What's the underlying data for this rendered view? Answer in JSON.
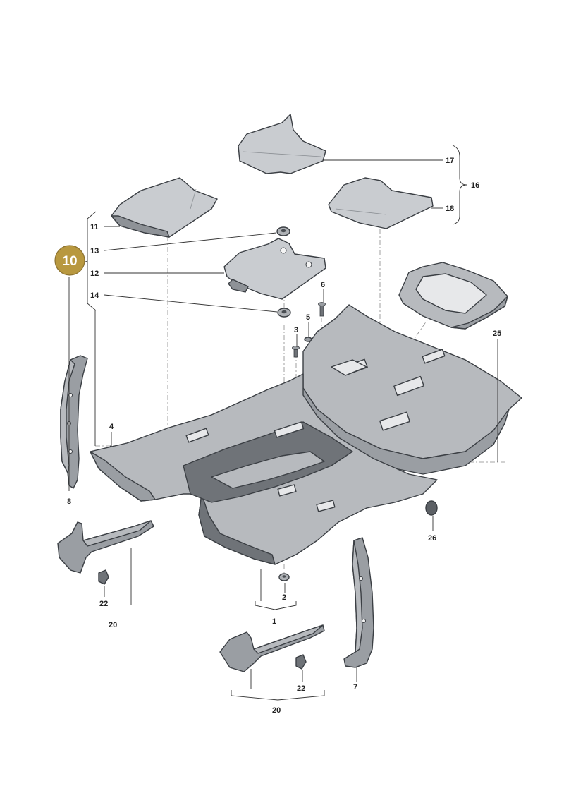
{
  "highlight": {
    "label": "10",
    "color": "#b8983f"
  },
  "callouts": {
    "c1": "1",
    "c2": "2",
    "c3": "3",
    "c4": "4",
    "c5": "5",
    "c6": "6",
    "c7": "7",
    "c8": "8",
    "c11": "11",
    "c12": "12",
    "c13": "13",
    "c14": "14",
    "c16": "16",
    "c17": "17",
    "c18": "18",
    "c20a": "20",
    "c20b": "20",
    "c22a": "22",
    "c22b": "22",
    "c25": "25",
    "c26": "26"
  },
  "colors": {
    "part_fill": "#9a9ea3",
    "mat_fill": "#c9ccd0",
    "outline": "#3b3f44"
  }
}
